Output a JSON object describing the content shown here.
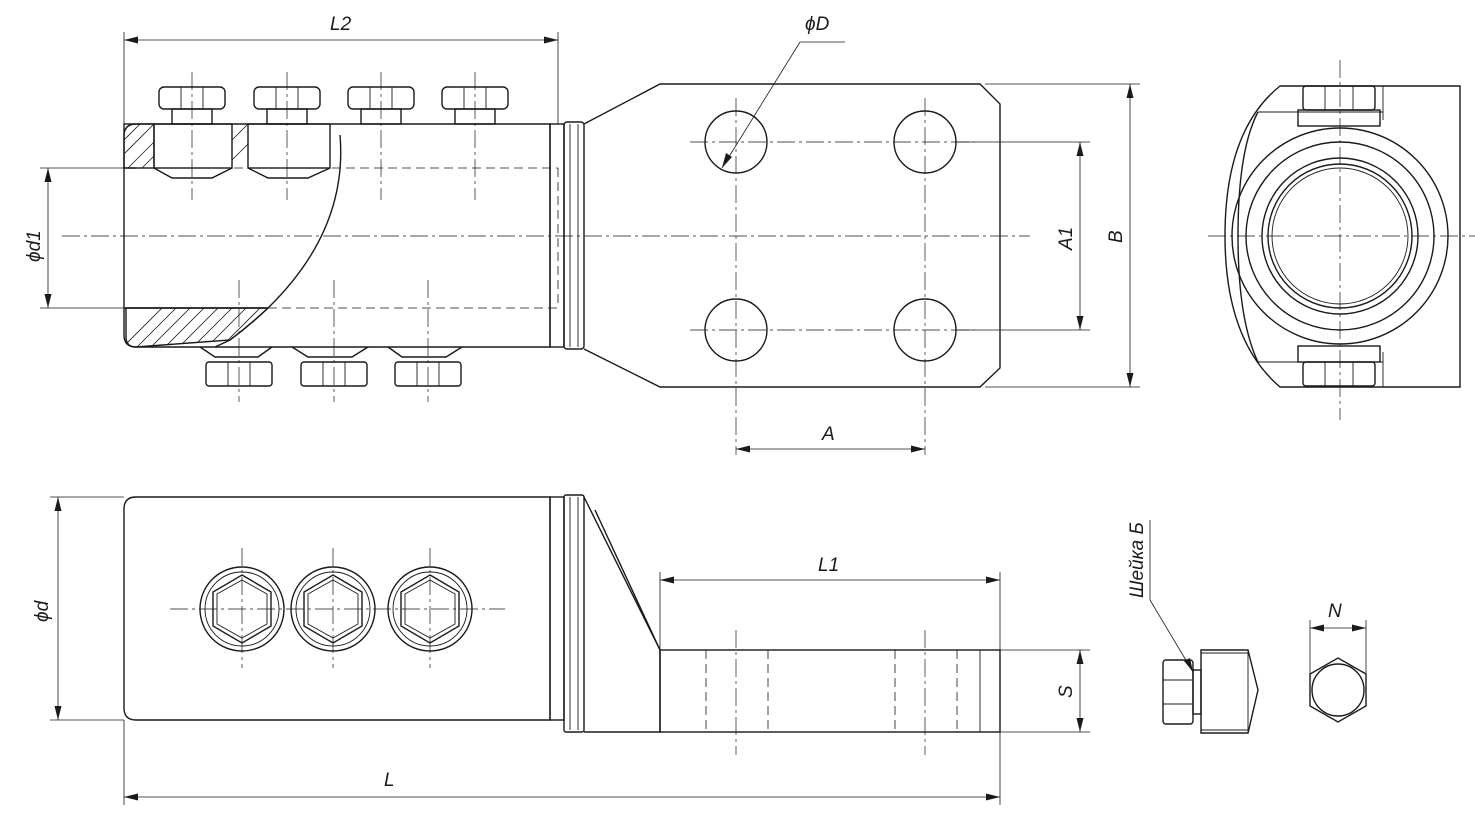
{
  "labels": {
    "L2": "L2",
    "phiD": "ϕD",
    "phid1": "ϕd1",
    "A1": "A1",
    "B": "B",
    "A": "A",
    "L1": "L1",
    "phid": "ϕd",
    "S": "S",
    "L": "L",
    "N": "N",
    "neck": "Шейка Б"
  }
}
